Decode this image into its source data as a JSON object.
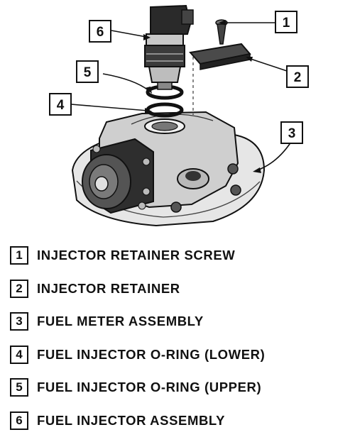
{
  "callouts": [
    "1",
    "2",
    "3",
    "4",
    "5",
    "6"
  ],
  "legend": [
    {
      "num": "1",
      "label": "INJECTOR RETAINER SCREW"
    },
    {
      "num": "2",
      "label": "INJECTOR RETAINER"
    },
    {
      "num": "3",
      "label": "FUEL METER ASSEMBLY"
    },
    {
      "num": "4",
      "label": "FUEL INJECTOR O-RING (LOWER)"
    },
    {
      "num": "5",
      "label": "FUEL INJECTOR O-RING (UPPER)"
    },
    {
      "num": "6",
      "label": "FUEL INJECTOR ASSEMBLY"
    }
  ]
}
